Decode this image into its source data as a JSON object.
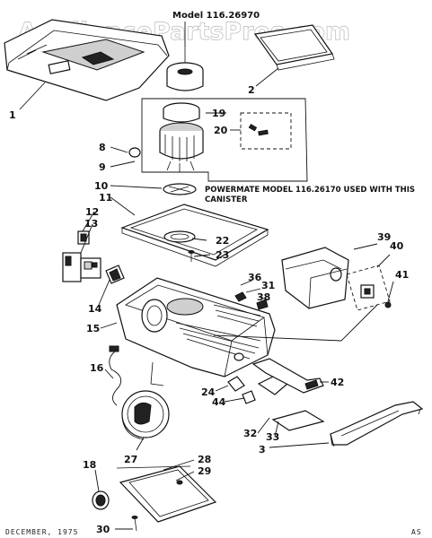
{
  "diagram": {
    "model_title": "Model 116.26970",
    "watermark": "AppliancePartsPros.com",
    "note": [
      "POWERMATE MODEL 116.26170 USED WITH THIS",
      "CANISTER"
    ],
    "footer_date": "DECEMBER, 1975",
    "footer_code": "AS",
    "callouts": [
      "1",
      "2",
      "3",
      "8",
      "9",
      "10",
      "11",
      "12",
      "13",
      "14",
      "15",
      "16",
      "18",
      "19",
      "20",
      "22",
      "23",
      "24",
      "27",
      "28",
      "29",
      "30",
      "31",
      "32",
      "33",
      "36",
      "38",
      "39",
      "40",
      "41",
      "42",
      "44"
    ]
  }
}
